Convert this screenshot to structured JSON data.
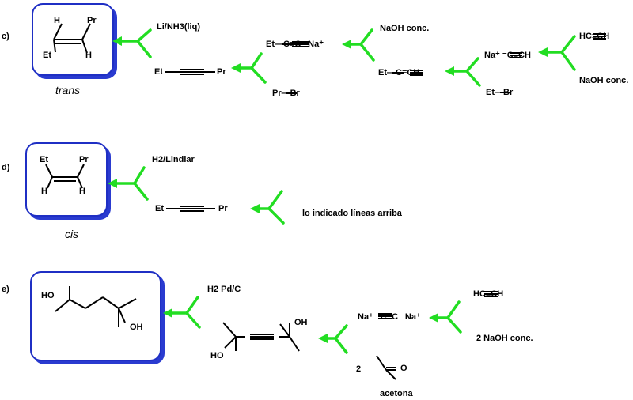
{
  "sections": [
    {
      "label": "c)",
      "target_caption": "trans",
      "target_atoms": {
        "h1": "H",
        "pr": "Pr",
        "et": "Et",
        "h2": "H"
      },
      "reagents": {
        "step1": "Li/NH3(liq)",
        "step2_reactant": "Et—C≡C⁻ Na⁺",
        "step2_partner": "Pr—Br",
        "step3_reagent": "NaOH conc.",
        "step3_reactant": "Et—C≡CH",
        "step4_reactant": "Na⁺ ⁻C≡CH",
        "step4_partner": "Et—Br",
        "start": "HC≡CH",
        "start_reagent": "NaOH conc."
      },
      "alkyne": {
        "left": "Et",
        "right": "Pr"
      }
    },
    {
      "label": "d)",
      "target_caption": "cis",
      "target_atoms": {
        "et": "Et",
        "pr": "Pr",
        "h1": "H",
        "h2": "H"
      },
      "reagents": {
        "step1": "H2/Lindlar",
        "note": "lo indicado líneas arriba"
      },
      "alkyne": {
        "left": "Et",
        "right": "Pr"
      }
    },
    {
      "label": "e)",
      "target_atoms": {
        "oh1": "HO",
        "oh2": "OH"
      },
      "reagents": {
        "step1": "H2 Pd/C",
        "diol_oh_top": "OH",
        "diol_oh_bottom": "HO",
        "dianion": "Na⁺ ⁻C≡C⁻ Na⁺",
        "coef": "2",
        "ketone_o": "O",
        "ketone_name": "acetona",
        "start": "HC≡CH",
        "start_reagent": "2 NaOH conc."
      }
    }
  ],
  "colors": {
    "arrow": "#22dd22",
    "box": "#1f2fc4",
    "bond": "#000000"
  }
}
